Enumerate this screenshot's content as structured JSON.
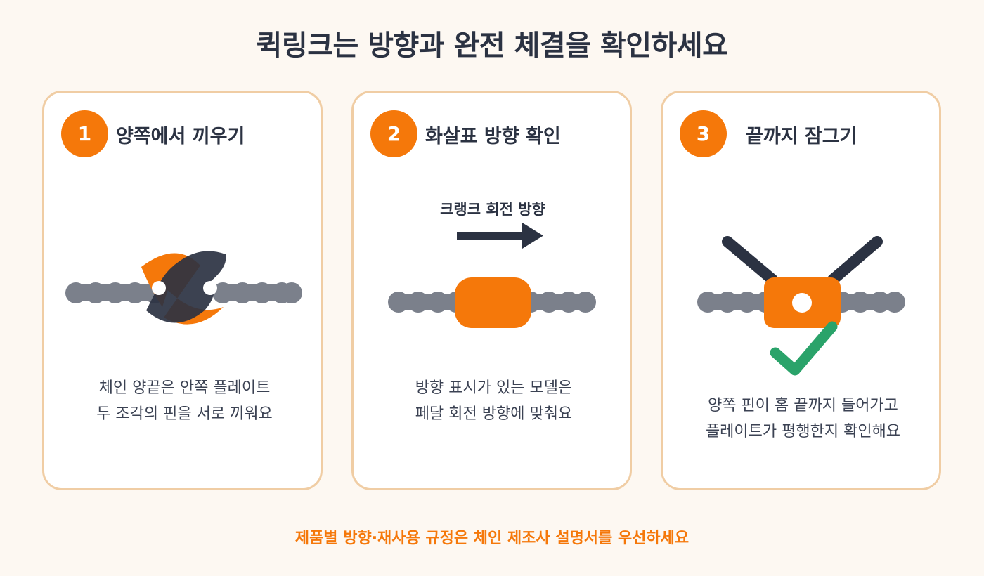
{
  "title": "퀵링크는 방향과 완전 체결을 확인하세요",
  "steps": [
    {
      "number": "1",
      "title": "양쪽에서 끼우기",
      "description": [
        "체인 양끝은 안쪽 플레이트",
        "두 조각의 핀을 서로 끼워요"
      ]
    },
    {
      "number": "2",
      "title": "화살표 방향 확인",
      "direction_label": "크랭크 회전 방향",
      "description": [
        "방향 표시가 있는 모델은",
        "페달 회전 방향에 맞춰요"
      ]
    },
    {
      "number": "3",
      "title": "끝까지 잠그기",
      "description": [
        "양쪽 핀이 홈 끝까지 들어가고",
        "플레이트가 평행한지 확인해요"
      ]
    }
  ],
  "footer_note": "제품별 방향·재사용 규정은 체인 제조사 설명서를 우선하세요",
  "colors": {
    "accent": "#f5780a",
    "navy": "#2b3242",
    "chain": "#7b808b",
    "check": "#2aa36a",
    "card_border": "#f0cda4",
    "background": "#fdf8f2"
  }
}
